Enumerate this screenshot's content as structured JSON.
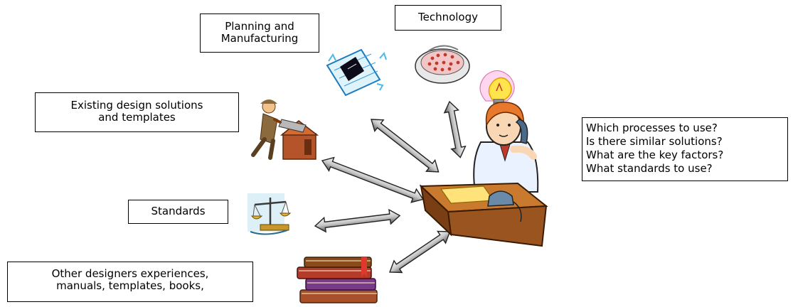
{
  "labels": {
    "planning": [
      "Planning and",
      "Manufacturing"
    ],
    "technology": "Technology",
    "existing": [
      "Existing design solutions",
      "and templates"
    ],
    "standards": "Standards",
    "other": [
      "Other designers experiences,",
      "manuals, templates, books,"
    ],
    "questions": [
      "Which processes to use?",
      "Is there similar solutions?",
      "What are the key factors?",
      "What standards to use?"
    ]
  },
  "icons": [
    "blueprint-icon",
    "circuit-board-icon",
    "lightbulb-icon",
    "builder-with-saw-icon",
    "scales-of-justice-icon",
    "stack-of-books-icon",
    "designer-on-phone-at-desk-icon"
  ],
  "colors": {
    "box_border": "#000000",
    "arrow_light": "#f4f4f4",
    "arrow_dark": "#6e6e6e",
    "desk": "#b06a28",
    "hair": "#e8782c"
  }
}
